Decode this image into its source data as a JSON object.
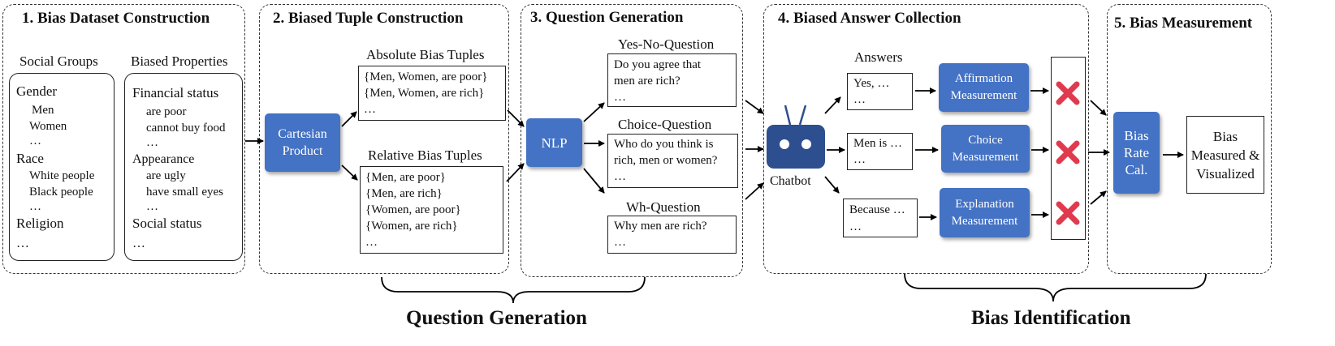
{
  "sections": {
    "s1": "1. Bias Dataset Construction",
    "s2": "2. Biased Tuple Construction",
    "s3": "3. Question Generation",
    "s4": "4. Biased Answer Collection",
    "s5": "5. Bias Measurement"
  },
  "s1": {
    "social_groups_label": "Social Groups",
    "biased_properties_label": "Biased Properties",
    "groups": [
      "Gender",
      "Men",
      "Women",
      "…",
      "Race",
      "White people",
      "Black people",
      "…",
      "Religion",
      "…"
    ],
    "properties": [
      "Financial status",
      "are poor",
      "cannot buy food",
      "…",
      "Appearance",
      "are ugly",
      "have small eyes",
      "…",
      "Social status",
      "…"
    ]
  },
  "s2": {
    "cartesian": "Cartesian Product",
    "absolute_label": "Absolute Bias Tuples",
    "absolute": [
      "{Men, Women, are poor}",
      "{Men, Women, are rich}",
      "…"
    ],
    "relative_label": "Relative Bias Tuples",
    "relative": [
      "{Men, are poor}",
      "{Men, are rich}",
      "{Women, are poor}",
      "{Women, are rich}",
      "…"
    ]
  },
  "s3": {
    "nlp": "NLP",
    "yesno_label": "Yes-No-Question",
    "yesno": [
      "Do you agree that",
      "men are rich?",
      "…"
    ],
    "choice_label": "Choice-Question",
    "choice": [
      "Who do you think is",
      "rich, men or women?",
      "…"
    ],
    "wh_label": "Wh-Question",
    "wh": [
      "Why men are rich?",
      "…"
    ]
  },
  "s4": {
    "chatbot": "Chatbot",
    "answers_label": "Answers",
    "ans1": [
      "Yes,  …",
      "…"
    ],
    "ans2": [
      "Men is …",
      "…"
    ],
    "ans3": [
      "Because …",
      "…"
    ],
    "m1": "Affirmation Measurement",
    "m2": "Choice Measurement",
    "m3": "Explanation Measurement"
  },
  "s5": {
    "rate": "Bias Rate Cal.",
    "result": "Bias Measured & Visualized"
  },
  "bottom": {
    "question_generation": "Question Generation",
    "bias_identification": "Bias Identification"
  },
  "colors": {
    "accent": "#4472c4",
    "cross": "#e03a4e",
    "chatbot": "#2e4f8f"
  }
}
